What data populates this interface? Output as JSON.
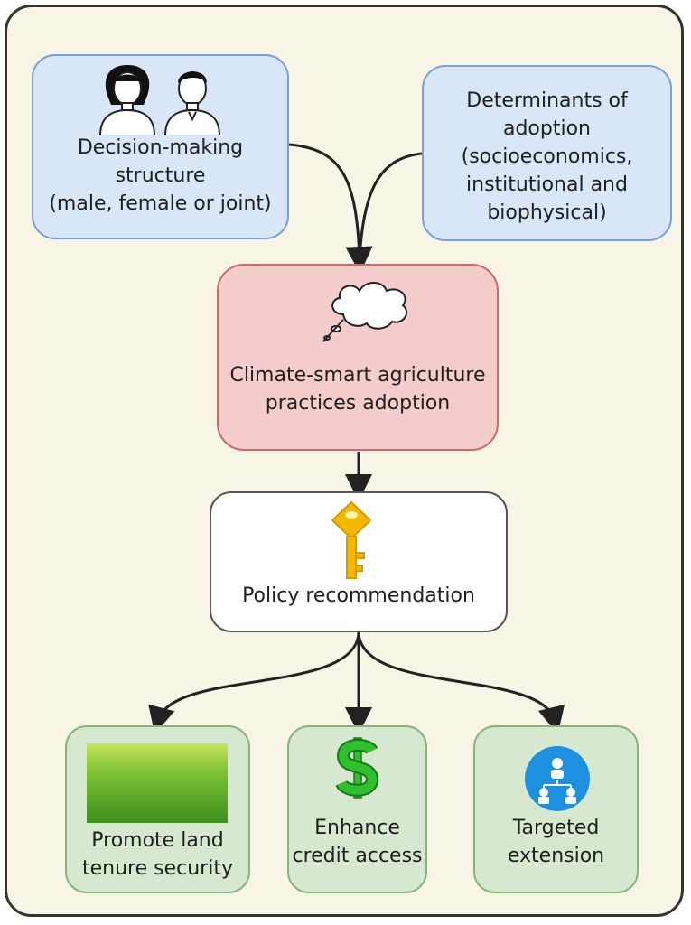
{
  "boxes": {
    "decision": {
      "label": "Decision-making\nstructure\n(male, female or joint)"
    },
    "determinants": {
      "label": "Determinants of\nadoption\n(socioeconomics,\ninstitutional and\nbiophysical)"
    },
    "csa": {
      "label": "Climate-smart agriculture\npractices adoption"
    },
    "policy": {
      "label": "Policy recommendation"
    },
    "land": {
      "label": "Promote land\ntenure security"
    },
    "credit": {
      "label": "Enhance\ncredit access"
    },
    "extension": {
      "label": "Targeted\nextension"
    }
  },
  "icons": {
    "female": "female-person-icon",
    "male": "male-person-icon",
    "thought": "thought-cloud-icon",
    "key": "key-icon",
    "grass": "grass-field-image",
    "dollar": "dollar-sign-icon",
    "network": "people-network-icon"
  },
  "colors": {
    "frame_bg": "#f8f5e6",
    "blue_box": "#d9e6f7",
    "red_box": "#f4cccc",
    "white_box": "#ffffff",
    "green_box": "#d6e8cf",
    "key": "#f5b800",
    "dollar": "#2fbf2f",
    "network": "#1e90e0"
  }
}
